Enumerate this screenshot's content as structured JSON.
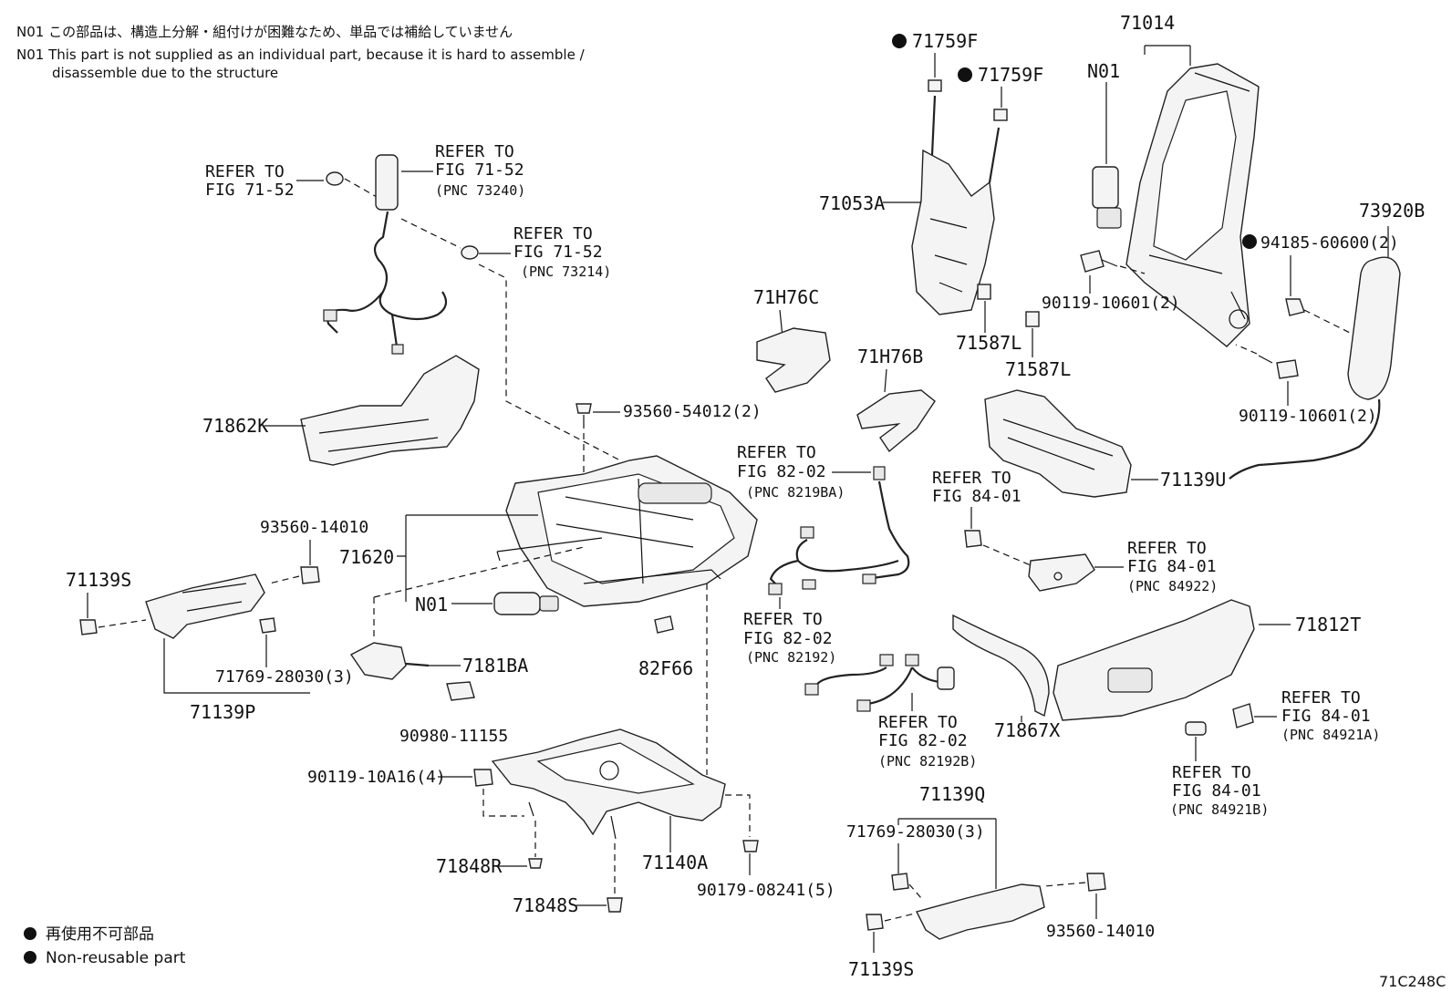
{
  "notes": {
    "jp": "N01 この部品は、構造上分解・組付けが困難なため、単品では補給していません",
    "en_line1": "N01 This part is not supplied as an individual part, because it is hard to assemble /",
    "en_line2": "disassemble due to the structure"
  },
  "legend": {
    "jp": "再使用不可部品",
    "en": "Non-reusable part"
  },
  "figure_code": "71C248C",
  "labels": {
    "p71014": "71014",
    "n01_top": "N01",
    "p71759f_a": "71759F",
    "p71759f_b": "71759F",
    "p71053a": "71053A",
    "p73920b": "73920B",
    "p94185": "94185-60600(2)",
    "p90119_a": "90119-10601(2)",
    "p90119_b": "90119-10601(2)",
    "p71587l_a": "71587L",
    "p71587l_b": "71587L",
    "p71h76c": "71H76C",
    "p71h76b": "71H76B",
    "p71139u": "71139U",
    "p71862k": "71862K",
    "p93560_54012": "93560-54012(2)",
    "p93560_14010_a": "93560-14010",
    "p93560_14010_b": "93560-14010",
    "p71139s_a": "71139S",
    "p71139s_b": "71139S",
    "p71620": "71620",
    "n01_mid": "N01",
    "p7181ba": "7181BA",
    "p82f66": "82F66",
    "p71769_a": "71769-28030(3)",
    "p71769_b": "71769-28030(3)",
    "p71139p": "71139P",
    "p90980": "90980-11155",
    "p90119_10a16": "90119-10A16(4)",
    "p71848r": "71848R",
    "p71848s": "71848S",
    "p71140a": "71140A",
    "p90179": "90179-08241(5)",
    "p71812t": "71812T",
    "p71867x": "71867X",
    "p71139q": "71139Q"
  },
  "refs": {
    "r1": {
      "line1": "REFER TO",
      "line2": "FIG 71-52"
    },
    "r2": {
      "line1": "REFER TO",
      "line2": "FIG 71-52",
      "pnc": "(PNC 73240)"
    },
    "r3": {
      "line1": "REFER TO",
      "line2": "FIG 71-52",
      "pnc": "(PNC 73214)"
    },
    "r4": {
      "line1": "REFER TO",
      "line2": "FIG 82-02",
      "pnc": "(PNC 8219BA)"
    },
    "r5": {
      "line1": "REFER TO",
      "line2": "FIG 84-01"
    },
    "r6": {
      "line1": "REFER TO",
      "line2": "FIG 84-01",
      "pnc": "(PNC 84922)"
    },
    "r7": {
      "line1": "REFER TO",
      "line2": "FIG 82-02",
      "pnc": "(PNC 82192)"
    },
    "r8": {
      "line1": "REFER TO",
      "line2": "FIG 82-02",
      "pnc": "(PNC 82192B)"
    },
    "r9": {
      "line1": "REFER TO",
      "line2": "FIG 84-01",
      "pnc": "(PNC 84921A)"
    },
    "r10": {
      "line1": "REFER TO",
      "line2": "FIG 84-01",
      "pnc": "(PNC 84921B)"
    }
  }
}
